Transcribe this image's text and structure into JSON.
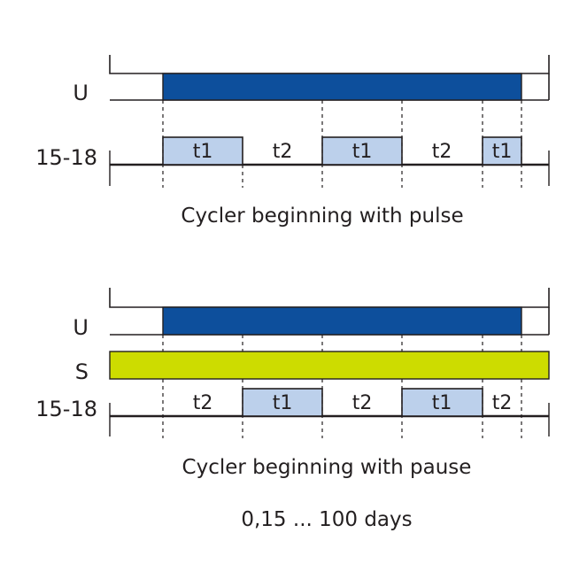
{
  "diagram1": {
    "row_u_label": "U",
    "row_out_label": "15-18",
    "blocks": [
      "t1",
      "t2",
      "t1",
      "t2",
      "t1"
    ],
    "caption": "Cycler beginning with pulse"
  },
  "diagram2": {
    "row_u_label": "U",
    "row_s_label": "S",
    "row_out_label": "15-18",
    "blocks": [
      "t2",
      "t1",
      "t2",
      "t1",
      "t2"
    ],
    "caption": "Cycler beginning with pause"
  },
  "footer": {
    "range": "0,15 ... 100 days"
  },
  "colors": {
    "u_signal": "#0d4f9c",
    "s_signal": "#cddc00",
    "pulse": "#bcd0eb"
  }
}
